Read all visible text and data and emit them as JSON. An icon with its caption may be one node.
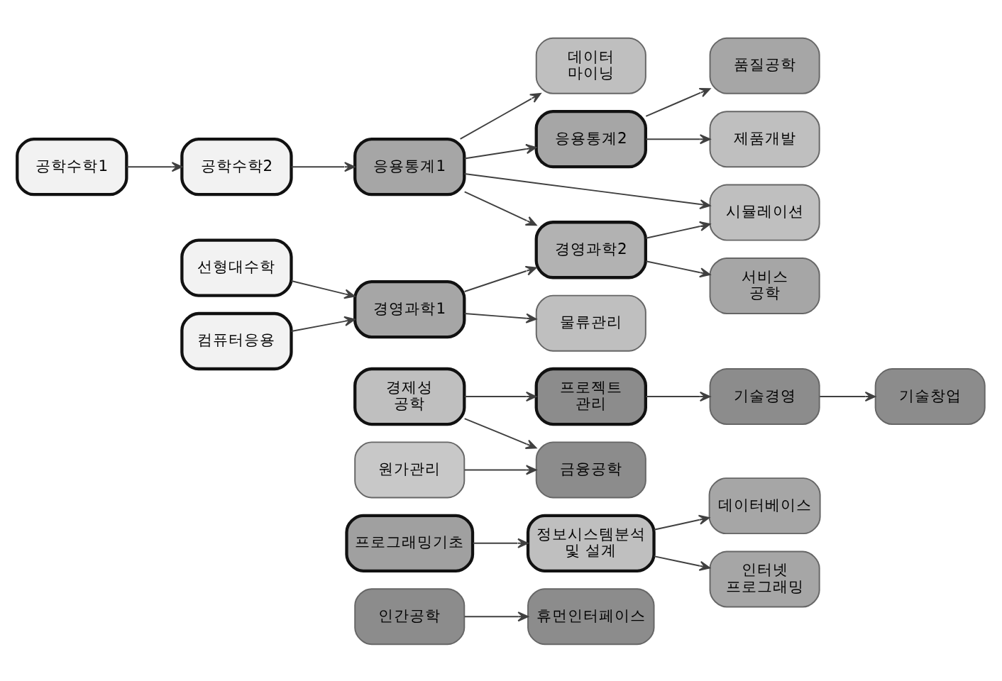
{
  "diagram": {
    "nodes": [
      {
        "text": [
          "공학수학1"
        ]
      },
      {
        "text": [
          "공학수학2"
        ]
      },
      {
        "text": [
          "응용통계1"
        ]
      },
      {
        "text": [
          "데이터 마이닝"
        ]
      },
      {
        "text": [
          "응용통계2"
        ]
      },
      {
        "text": [
          "품질공학"
        ]
      },
      {
        "text": [
          "제품개발"
        ]
      },
      {
        "text": [
          "선형대수학"
        ]
      },
      {
        "text": [
          "컴퓨터응용"
        ]
      },
      {
        "text": [
          "경영과학1"
        ]
      },
      {
        "text": [
          "시뮬레이션"
        ]
      },
      {
        "text": [
          "경영과학2"
        ]
      },
      {
        "text": [
          "서비스 공학"
        ]
      },
      {
        "text": [
          "물류관리"
        ]
      },
      {
        "text": [
          "경제성 공학"
        ]
      },
      {
        "text": [
          "프로젝트 관리"
        ]
      },
      {
        "text": [
          "기술경영"
        ]
      },
      {
        "text": [
          "기술창업"
        ]
      },
      {
        "text": [
          "원가관리"
        ]
      },
      {
        "text": [
          "금융공학"
        ]
      },
      {
        "text": [
          "프로그래밍기초"
        ]
      },
      {
        "text": [
          "정보시스템분석 및 설계"
        ]
      },
      {
        "text": [
          "데이터베이스"
        ]
      },
      {
        "text": [
          "인터넷 프로그래밍"
        ]
      },
      {
        "text": [
          "인간공학"
        ]
      },
      {
        "text": [
          "휴먼인터페이스"
        ]
      }
    ],
    "edges": [
      {
        "from": 0,
        "to": 1,
        "arrow": "to"
      },
      {
        "from": 1,
        "to": 2,
        "arrow": "to"
      },
      {
        "from": 2,
        "to": 3,
        "arrow": "to"
      },
      {
        "from": 2,
        "to": 4,
        "arrow": "to"
      },
      {
        "from": 2,
        "to": 10,
        "arrow": "to"
      },
      {
        "from": 2,
        "to": 11,
        "arrow": "to"
      },
      {
        "from": 4,
        "to": 5,
        "arrow": "to"
      },
      {
        "from": 4,
        "to": 6,
        "arrow": "to"
      },
      {
        "from": 7,
        "to": 9,
        "arrow": "to"
      },
      {
        "from": 8,
        "to": 9,
        "arrow": "to"
      },
      {
        "from": 9,
        "to": 11,
        "arrow": "to"
      },
      {
        "from": 9,
        "to": 13,
        "arrow": "to"
      },
      {
        "from": 11,
        "to": 10,
        "arrow": "to"
      },
      {
        "from": 11,
        "to": 12,
        "arrow": "to"
      },
      {
        "from": 14,
        "to": 15,
        "arrow": "to"
      },
      {
        "from": 14,
        "to": 19,
        "arrow": "to"
      },
      {
        "from": 18,
        "to": 19,
        "arrow": "to"
      },
      {
        "from": 15,
        "to": 16,
        "arrow": "to"
      },
      {
        "from": 16,
        "to": 17,
        "arrow": "to"
      },
      {
        "from": 20,
        "to": 21,
        "arrow": "to"
      },
      {
        "from": 21,
        "to": 22,
        "arrow": "to"
      },
      {
        "from": 21,
        "to": 23,
        "arrow": "to"
      },
      {
        "from": 24,
        "to": 25,
        "arrow": "to"
      }
    ]
  }
}
